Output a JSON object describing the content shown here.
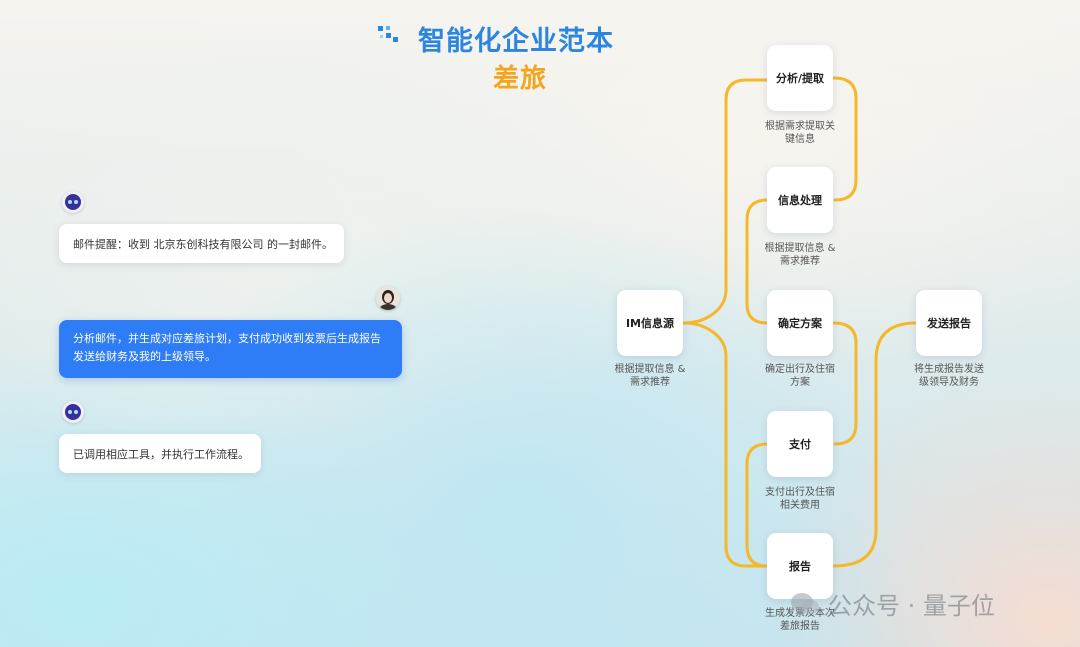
{
  "title": "智能化企业范本",
  "subtitle": "差旅",
  "chat": {
    "msg1": "邮件提醒：收到 北京东创科技有限公司 的一封邮件。",
    "msg2_line1": "分析邮件，并生成对应差旅计划，支付成功收到发票后生成报告",
    "msg2_line2": "发送给财务及我的上级领导。",
    "msg3": "已调用相应工具，并执行工作流程。"
  },
  "flow": {
    "im": {
      "label": "IM信息源",
      "desc1": "根据提取信息 &",
      "desc2": "需求推荐"
    },
    "analyze": {
      "label": "分析/提取",
      "desc1": "根据需求提取关",
      "desc2": "键信息"
    },
    "process": {
      "label": "信息处理",
      "desc1": "根据提取信息 &",
      "desc2": "需求推荐"
    },
    "plan": {
      "label": "确定方案",
      "desc1": "确定出行及住宿",
      "desc2": "方案"
    },
    "pay": {
      "label": "支付",
      "desc1": "支付出行及住宿",
      "desc2": "相关费用"
    },
    "report": {
      "label": "报告",
      "desc1": "生成发票及本次",
      "desc2": "差旅报告"
    },
    "send": {
      "label": "发送报告",
      "desc1": "将生成报告发送",
      "desc2": "级领导及财务"
    }
  },
  "colors": {
    "title_blue": "#2c86e0",
    "subtitle_orange": "#f3a51c",
    "connector": "#f5b82a",
    "user_bubble": "#2e7cf6"
  },
  "watermark": "公众号 · 量子位"
}
